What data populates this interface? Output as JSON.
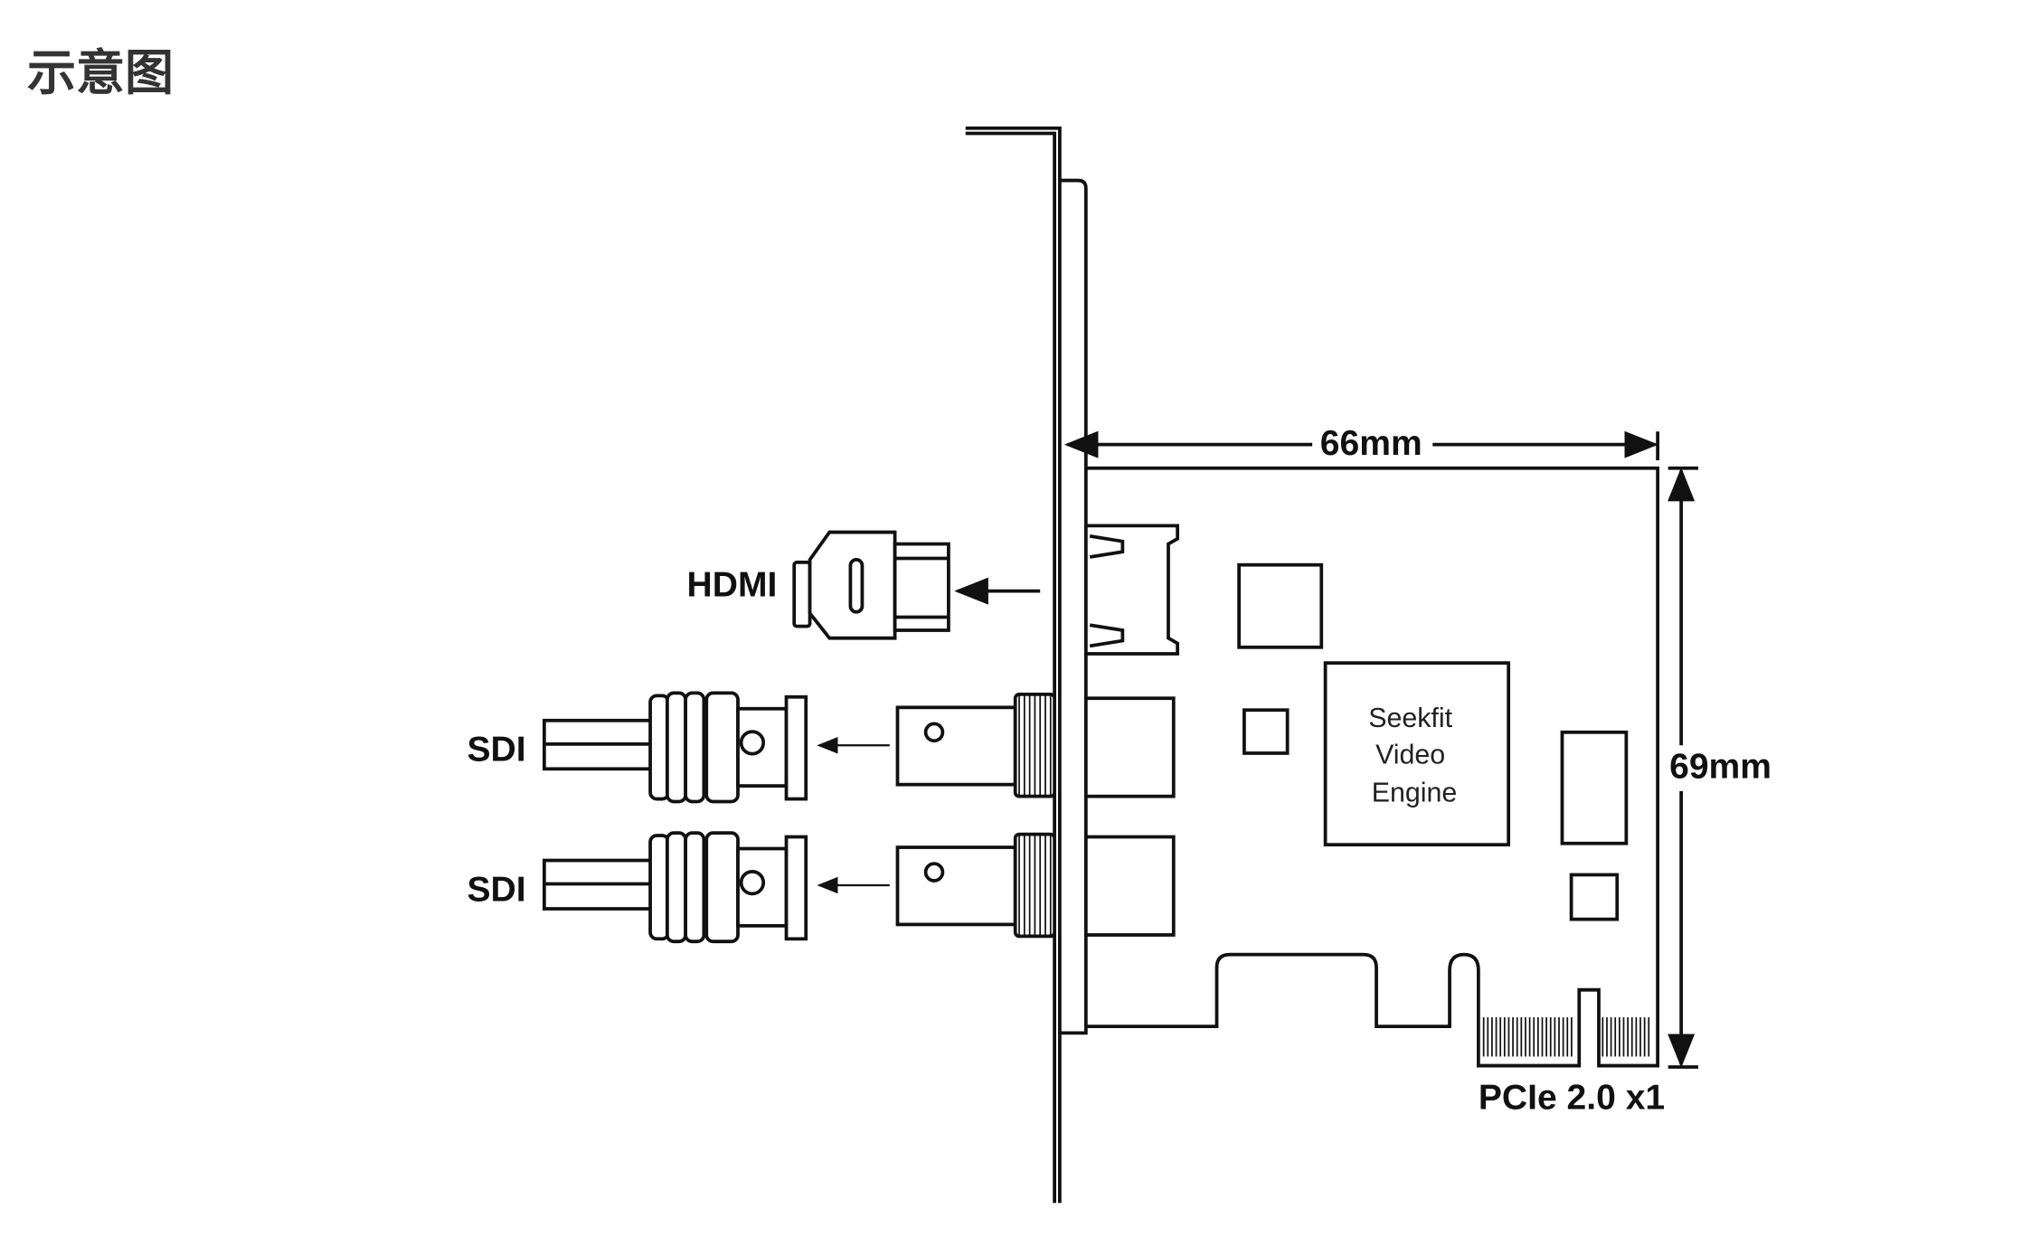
{
  "title": "示意图",
  "diagram": {
    "labels": {
      "hdmi": "HDMI",
      "sdi_1": "SDI",
      "sdi_2": "SDI",
      "width": "66mm",
      "height": "69mm",
      "bus": "PCIe 2.0 x1"
    },
    "chip": {
      "line1": "Seekfit",
      "line2": "Video",
      "line3": "Engine"
    }
  }
}
